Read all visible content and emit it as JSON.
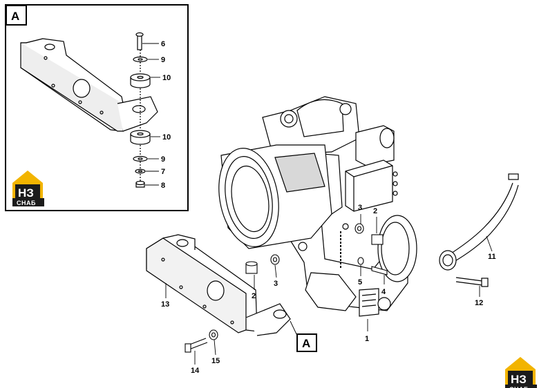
{
  "inset": {
    "title": "A",
    "callouts": {
      "c6": "6",
      "c9a": "9",
      "c10a": "10",
      "c10b": "10",
      "c9b": "9",
      "c7": "7",
      "c8": "8"
    }
  },
  "main": {
    "view_ref": "A",
    "callouts": {
      "c1": "1",
      "c2a": "2",
      "c3a": "3",
      "c2b": "2",
      "c3b": "3",
      "c4": "4",
      "c5": "5",
      "c11": "11",
      "c12": "12",
      "c13": "13",
      "c14": "14",
      "c15": "15"
    }
  },
  "logo": {
    "main": "НЗ",
    "sub": "СНАБ"
  },
  "colors": {
    "ink": "#000000",
    "logo_yellow": "#f2b400",
    "logo_dark": "#1b1b1b"
  }
}
